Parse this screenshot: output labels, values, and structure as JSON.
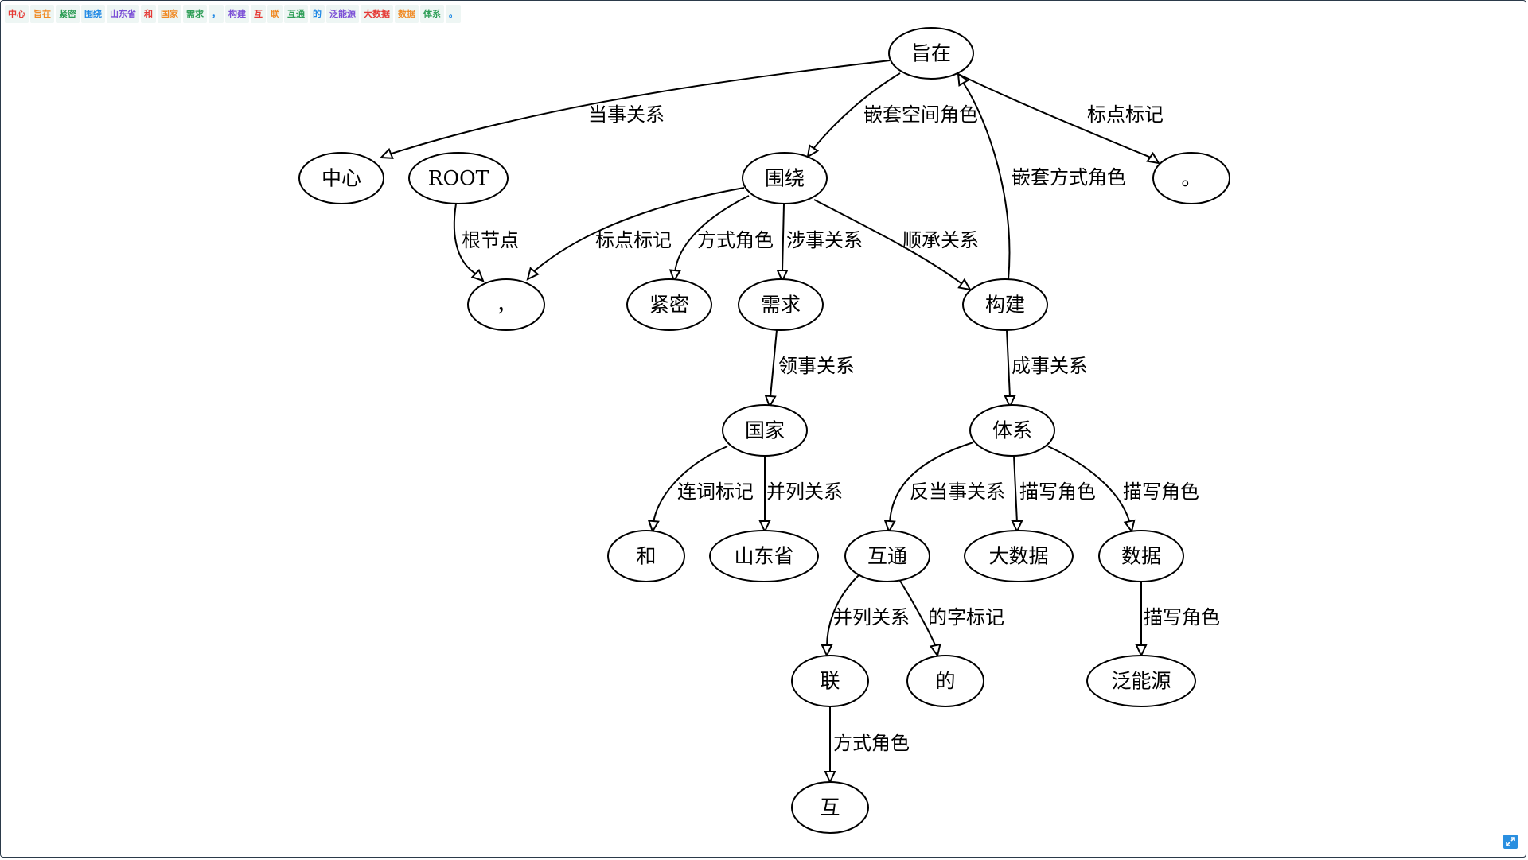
{
  "tokens": [
    {
      "text": "中心",
      "color": "#e53935"
    },
    {
      "text": "旨在",
      "color": "#f08a24"
    },
    {
      "text": "紧密",
      "color": "#2e9e57"
    },
    {
      "text": "围绕",
      "color": "#1e88e5"
    },
    {
      "text": "山东省",
      "color": "#7b4fd6"
    },
    {
      "text": "和",
      "color": "#e53935"
    },
    {
      "text": "国家",
      "color": "#f08a24"
    },
    {
      "text": "需求",
      "color": "#2e9e57"
    },
    {
      "text": "，",
      "color": "#1e88e5"
    },
    {
      "text": "构建",
      "color": "#7b4fd6"
    },
    {
      "text": "互",
      "color": "#e53935"
    },
    {
      "text": "联",
      "color": "#f08a24"
    },
    {
      "text": "互通",
      "color": "#2e9e57"
    },
    {
      "text": "的",
      "color": "#1e88e5"
    },
    {
      "text": "泛能源",
      "color": "#7b4fd6"
    },
    {
      "text": "大数据",
      "color": "#e53935"
    },
    {
      "text": "数据",
      "color": "#f08a24"
    },
    {
      "text": "体系",
      "color": "#2e9e57"
    },
    {
      "text": "。",
      "color": "#1e88e5"
    }
  ],
  "graph": {
    "nodes": [
      {
        "id": "n_zhizai",
        "label": "旨在"
      },
      {
        "id": "n_zhongxin",
        "label": "中心"
      },
      {
        "id": "n_root",
        "label": "ROOT"
      },
      {
        "id": "n_weirao",
        "label": "围绕"
      },
      {
        "id": "n_period",
        "label": "。"
      },
      {
        "id": "n_comma",
        "label": "，"
      },
      {
        "id": "n_jinmi",
        "label": "紧密"
      },
      {
        "id": "n_xuqiu",
        "label": "需求"
      },
      {
        "id": "n_goujian",
        "label": "构建"
      },
      {
        "id": "n_guojia",
        "label": "国家"
      },
      {
        "id": "n_tixi",
        "label": "体系"
      },
      {
        "id": "n_he",
        "label": "和"
      },
      {
        "id": "n_shandong",
        "label": "山东省"
      },
      {
        "id": "n_hutong",
        "label": "互通"
      },
      {
        "id": "n_dashuju",
        "label": "大数据"
      },
      {
        "id": "n_shuju",
        "label": "数据"
      },
      {
        "id": "n_lian",
        "label": "联"
      },
      {
        "id": "n_de",
        "label": "的"
      },
      {
        "id": "n_fannengyuan",
        "label": "泛能源"
      },
      {
        "id": "n_hu",
        "label": "互"
      }
    ],
    "edges": [
      {
        "id": "e1",
        "from": "n_zhizai",
        "to": "n_zhongxin",
        "label": "当事关系"
      },
      {
        "id": "e2",
        "from": "n_zhizai",
        "to": "n_weirao",
        "label": "嵌套空间角色"
      },
      {
        "id": "e3",
        "from": "n_zhizai",
        "to": "n_period",
        "label": "标点标记"
      },
      {
        "id": "e4",
        "from": "n_goujian",
        "to": "n_zhizai",
        "label": "嵌套方式角色"
      },
      {
        "id": "e5",
        "from": "n_root",
        "to": "n_comma",
        "label": "根节点"
      },
      {
        "id": "e6",
        "from": "n_weirao",
        "to": "n_comma",
        "label": "标点标记"
      },
      {
        "id": "e7",
        "from": "n_weirao",
        "to": "n_jinmi",
        "label": "方式角色"
      },
      {
        "id": "e8",
        "from": "n_weirao",
        "to": "n_xuqiu",
        "label": "涉事关系"
      },
      {
        "id": "e9",
        "from": "n_weirao",
        "to": "n_goujian",
        "label": "顺承关系"
      },
      {
        "id": "e10",
        "from": "n_xuqiu",
        "to": "n_guojia",
        "label": "领事关系"
      },
      {
        "id": "e11",
        "from": "n_goujian",
        "to": "n_tixi",
        "label": "成事关系"
      },
      {
        "id": "e12",
        "from": "n_guojia",
        "to": "n_he",
        "label": "连词标记"
      },
      {
        "id": "e13",
        "from": "n_guojia",
        "to": "n_shandong",
        "label": "并列关系"
      },
      {
        "id": "e14",
        "from": "n_tixi",
        "to": "n_hutong",
        "label": "反当事关系"
      },
      {
        "id": "e15",
        "from": "n_tixi",
        "to": "n_dashuju",
        "label": "描写角色"
      },
      {
        "id": "e16",
        "from": "n_tixi",
        "to": "n_shuju",
        "label": "描写角色"
      },
      {
        "id": "e17",
        "from": "n_hutong",
        "to": "n_lian",
        "label": "并列关系"
      },
      {
        "id": "e18",
        "from": "n_hutong",
        "to": "n_de",
        "label": "的字标记"
      },
      {
        "id": "e19",
        "from": "n_shuju",
        "to": "n_fannengyuan",
        "label": "描写角色"
      },
      {
        "id": "e20",
        "from": "n_lian",
        "to": "n_hu",
        "label": "方式角色"
      }
    ]
  }
}
